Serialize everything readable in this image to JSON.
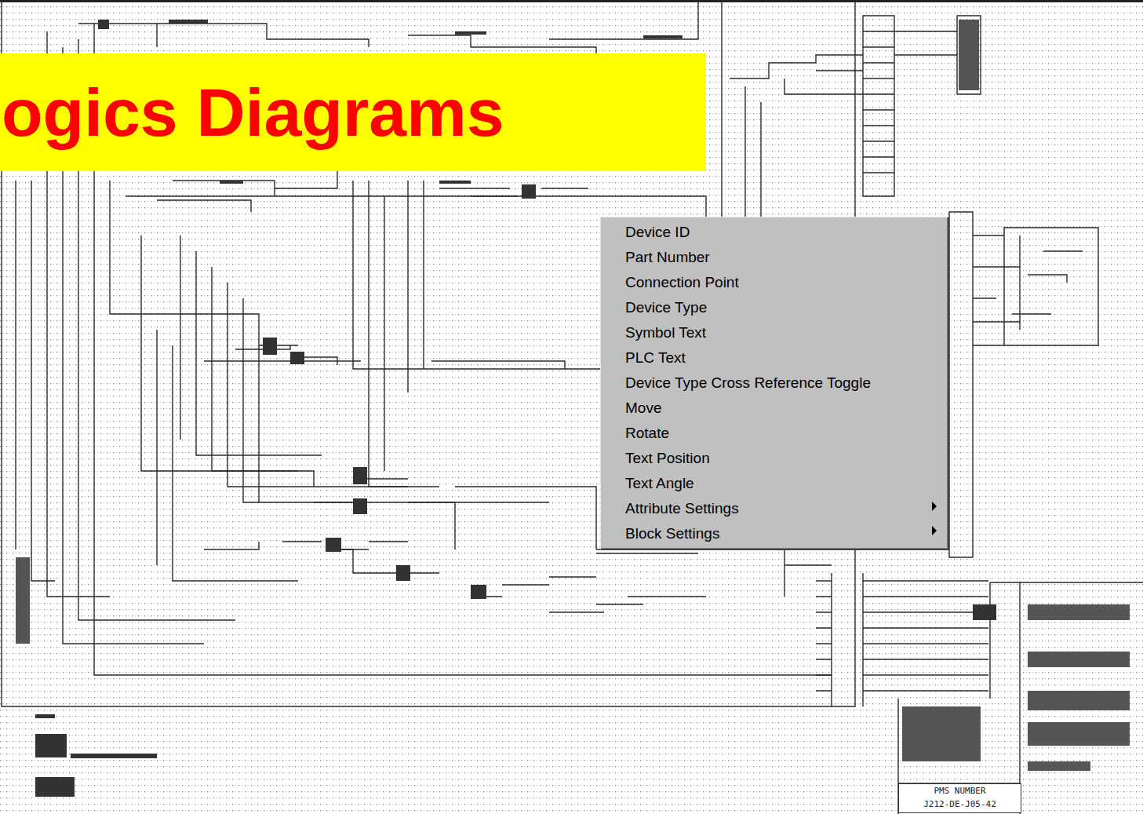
{
  "diagram": {
    "title": "ogics Diagrams",
    "nodes": [
      {
        "text": [
          "Device ID",
          "Part Number",
          "Connection Point",
          "Device Type",
          "Symbol Text",
          "PLC Text",
          "Device Type Cross Reference Toggle",
          "Move",
          "Rotate",
          "Text Position",
          "Text Angle",
          "Attribute Settings",
          "Block Settings"
        ]
      },
      {
        "text": [
          "PMS NUMBER",
          "J212-DE-J05-42"
        ]
      }
    ]
  }
}
